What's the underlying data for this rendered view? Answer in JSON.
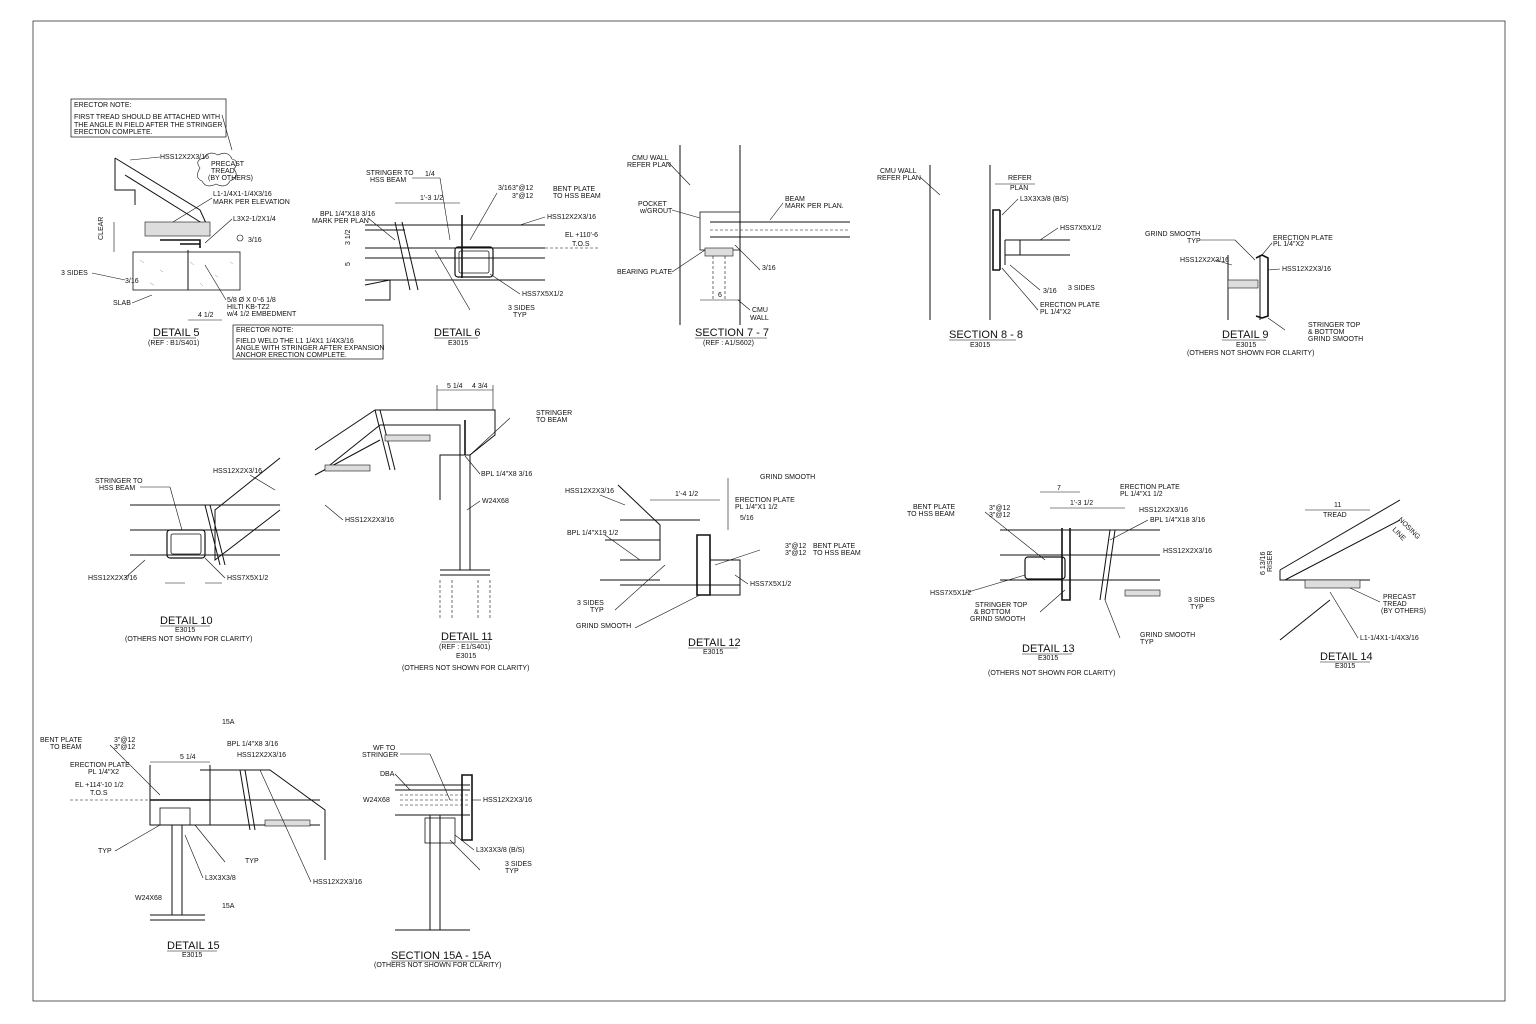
{
  "notes": {
    "erector_note_1_title": "ERECTOR NOTE:",
    "erector_note_1_line1": "FIRST TREAD SHOULD BE ATTACHED WITH",
    "erector_note_1_line2": "THE ANGLE IN FIELD AFTER THE STRINGER",
    "erector_note_1_line3": "ERECTION COMPLETE.",
    "erector_note_2_title": "ERECTOR NOTE:",
    "erector_note_2_line1": "FIELD WELD THE L1 1/4X1 1/4X3/16",
    "erector_note_2_line2": "ANGLE WITH STRINGER AFTER EXPANSION",
    "erector_note_2_line3": "ANCHOR ERECTION COMPLETE."
  },
  "details": {
    "d5": {
      "title": "DETAIL 5",
      "ref": "(REF : B1/S401)"
    },
    "d6": {
      "title": "DETAIL 6",
      "ref": "E3015"
    },
    "s77": {
      "title": "SECTION 7 - 7",
      "ref": "(REF : A1/S602)"
    },
    "s88": {
      "title": "SECTION 8 - 8",
      "ref": "E3015"
    },
    "d9": {
      "title": "DETAIL 9",
      "ref": "E3015",
      "note": "(OTHERS NOT SHOWN FOR CLARITY)"
    },
    "d10": {
      "title": "DETAIL 10",
      "ref": "E3015",
      "note": "(OTHERS NOT SHOWN FOR CLARITY)"
    },
    "d11": {
      "title": "DETAIL 11",
      "ref": "(REF : E1/S401)",
      "ref2": "E3015",
      "note": "(OTHERS NOT SHOWN FOR CLARITY)"
    },
    "d12": {
      "title": "DETAIL 12",
      "ref": "E3015"
    },
    "d13": {
      "title": "DETAIL 13",
      "ref": "E3015",
      "note": "(OTHERS NOT SHOWN FOR CLARITY)"
    },
    "d14": {
      "title": "DETAIL 14",
      "ref": "E3015"
    },
    "d15": {
      "title": "DETAIL 15",
      "ref": "E3015"
    },
    "s15a": {
      "title": "SECTION 15A - 15A",
      "ref": "(OTHERS NOT SHOWN FOR CLARITY)"
    }
  },
  "labels": {
    "hss12x2": "HSS12X2X3/16",
    "hss7x5": "HSS7X5X1/2",
    "precast_tread": "PRECAST",
    "precast_tread2": "TREAD",
    "precast_tread3": "(BY OTHERS)",
    "angle_l1": "L1-1/4X1-1/4X3/16",
    "mark_per_elev": "MARK PER ELEVATION",
    "l3x2": "L3X2-1/2X1/4",
    "clear": "CLEAR",
    "three_sides": "3 SIDES",
    "slab": "SLAB",
    "anchor1": "5/8 Ø X 0'-6 1/8",
    "anchor2": "HILTI KB-TZ2",
    "anchor3": "w/4 1/2 EMBEDMENT",
    "dim_4_half": "4 1/2",
    "stringer_to": "STRINGER TO",
    "hss_beam": "HSS BEAM",
    "bpl_1": "BPL 1/4\"X18 3/16",
    "mark_per_plan": "MARK PER PLAN",
    "dim_1_3": "1'-3 1/2",
    "bent_plate": "BENT PLATE",
    "to_hss_beam": "TO HSS BEAM",
    "weld_3_12": "3\"@12",
    "el_110": "EL +110'-6",
    "tos": "T.O.S",
    "three_sides_typ": "3 SIDES",
    "typ": "TYP",
    "cmu_wall": "CMU WALL",
    "refer_plan": "REFER PLAN",
    "pocket": "POCKET",
    "w_grout": "w/GROUT",
    "beam": "BEAM",
    "mark_per_plan2": "MARK PER PLAN.",
    "bearing_plate": "BEARING PLATE",
    "cmu": "CMU",
    "wall": "WALL",
    "dim_6": "6",
    "refer": "REFER",
    "plan": "PLAN",
    "l3x3": "L3X3X3/8 (B/S)",
    "erection_plate": "ERECTION PLATE",
    "pl_1_4x2": "PL 1/4\"X2",
    "grind_smooth": "GRIND SMOOTH",
    "stringer_top": "STRINGER TOP",
    "and_bottom": "& BOTTOM",
    "stringer_to_beam": "STRINGER",
    "to_beam": "TO BEAM",
    "bpl_2": "BPL 1/4\"X8 3/16",
    "w24x68": "W24X68",
    "dim_5_1_4": "5 1/4",
    "dim_4_3_4": "4 3/4",
    "pl_1_4x1": "PL 1/4\"X1 1/2",
    "bpl_3": "BPL 1/4\"X19 1/2",
    "dim_1_4_half": "1'-4 1/2",
    "dim_1_3_half": "1'-3 1/2",
    "dim_7": "7",
    "tread": "TREAD",
    "riser": "RISER",
    "nosing": "NOSING",
    "line": "LINE",
    "dim_11": "11",
    "dim_6_13": "6 13/16",
    "bent_plate_to_beam": "BENT PLATE",
    "to_beam2": "TO BEAM",
    "el_114": "EL +114'-10 1/2",
    "l3x3b": "L3X3X3/8",
    "wf_to": "WF TO",
    "stringer": "STRINGER",
    "dba": "DBA",
    "section_15a": "15A",
    "weld_1_4": "1/4",
    "weld_3_16": "3/16",
    "weld_5_16": "5/16"
  }
}
